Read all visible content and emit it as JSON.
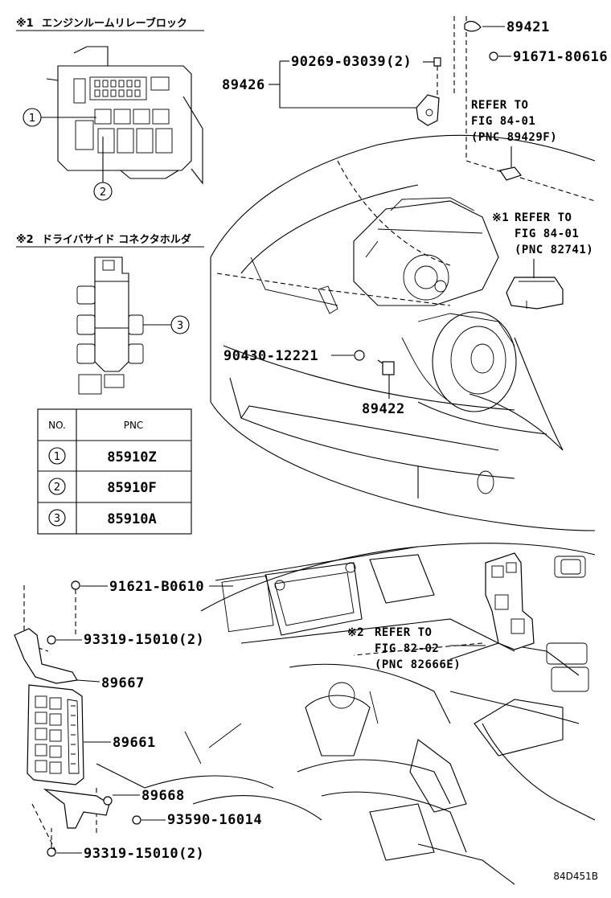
{
  "insets": [
    {
      "mark": "※1",
      "title": "エンジンルームリレーブロック",
      "callouts": [
        "1",
        "2"
      ]
    },
    {
      "mark": "※2",
      "title": "ドライバサイド コネクタホルダ",
      "callouts": [
        "3"
      ]
    }
  ],
  "pnc_table": {
    "headers": [
      "NO.",
      "PNC"
    ],
    "rows": [
      {
        "no": "1",
        "pnc": "85910Z"
      },
      {
        "no": "2",
        "pnc": "85910F"
      },
      {
        "no": "3",
        "pnc": "85910A"
      }
    ]
  },
  "labels": {
    "p89421": "89421",
    "p91671": "91671-80616",
    "p90269": "90269-03039(2)",
    "p89426": "89426",
    "p90430": "90430-12221",
    "p89422": "89422",
    "p91621": "91621-B0610",
    "p93319a": "93319-15010(2)",
    "p89667": "89667",
    "p89661": "89661",
    "p89668": "89668",
    "p93590": "93590-16014",
    "p93319b": "93319-15010(2)"
  },
  "refs": {
    "ref1": [
      "REFER TO",
      "FIG 84-01",
      "(PNC 89429F)"
    ],
    "ref2": {
      "mark": "※1",
      "lines": [
        "REFER TO",
        "FIG 84-01",
        "(PNC 82741)"
      ]
    },
    "ref3": {
      "mark": "※2",
      "lines": [
        "REFER TO",
        "FIG 82-02",
        "(PNC 82666E)"
      ]
    }
  },
  "figure_code": "84D451B"
}
